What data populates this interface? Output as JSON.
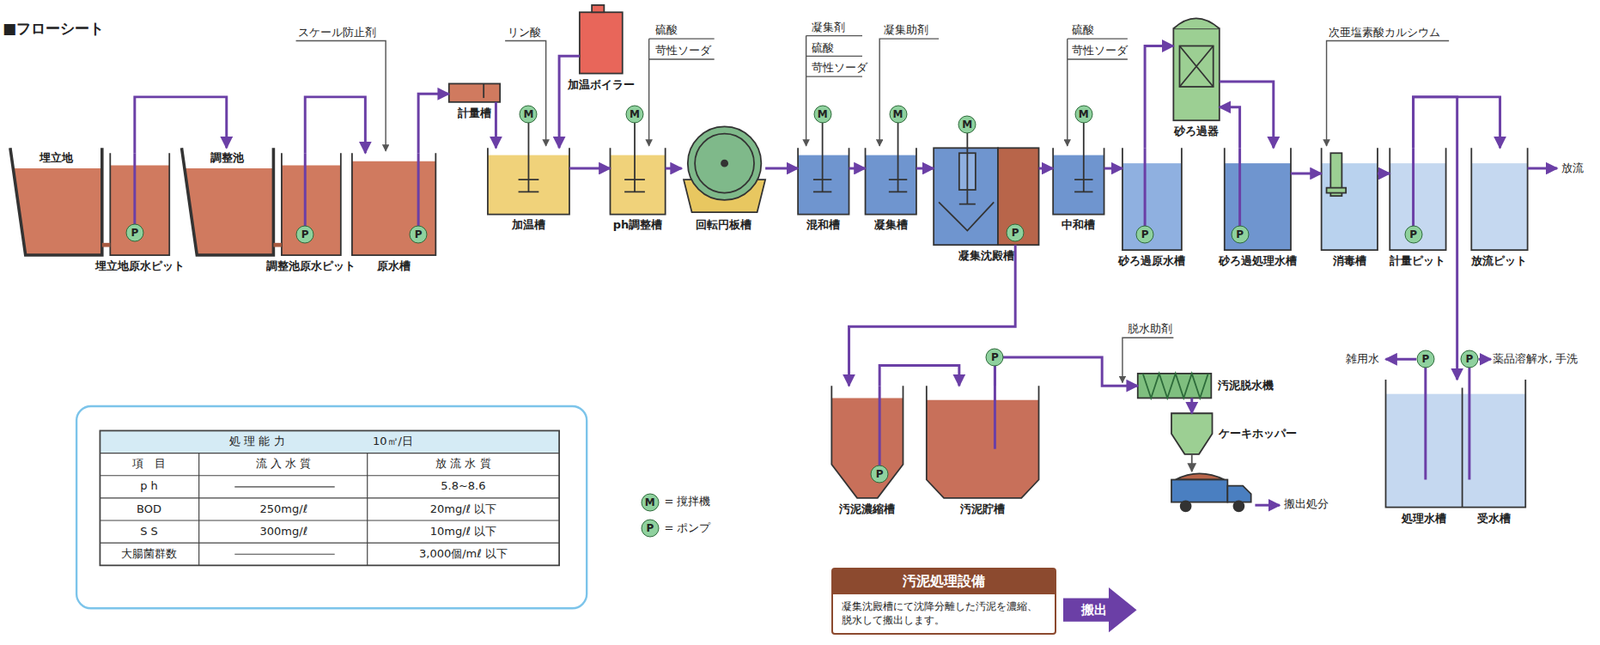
{
  "diagram": {
    "title": "■フローシート",
    "nodes": [
      {
        "text": [
          "埋立地"
        ]
      },
      {
        "text": [
          "埋立地原水ピット"
        ]
      },
      {
        "text": [
          "調整池"
        ]
      },
      {
        "text": [
          "調整池原水ピット"
        ]
      },
      {
        "text": [
          "原水槽"
        ]
      },
      {
        "text": [
          "計量槽"
        ]
      },
      {
        "text": [
          "加温ボイラー"
        ]
      },
      {
        "text": [
          "加温槽"
        ]
      },
      {
        "text": [
          "ph調整槽"
        ]
      },
      {
        "text": [
          "回転円板槽"
        ]
      },
      {
        "text": [
          "混和槽"
        ]
      },
      {
        "text": [
          "凝集槽"
        ]
      },
      {
        "text": [
          "凝集沈殿槽"
        ]
      },
      {
        "text": [
          "中和槽"
        ]
      },
      {
        "text": [
          "砂ろ過器"
        ]
      },
      {
        "text": [
          "砂ろ過原水槽"
        ]
      },
      {
        "text": [
          "砂ろ過処理水槽"
        ]
      },
      {
        "text": [
          "消毒槽"
        ]
      },
      {
        "text": [
          "計量ピット"
        ]
      },
      {
        "text": [
          "放流ピット"
        ]
      },
      {
        "text": [
          "汚泥濃縮槽"
        ]
      },
      {
        "text": [
          "汚泥貯槽"
        ]
      },
      {
        "text": [
          "汚泥脱水機"
        ]
      },
      {
        "text": [
          "ケーキホッパー"
        ]
      },
      {
        "text": [
          "処理水槽"
        ]
      },
      {
        "text": [
          "受水槽"
        ]
      },
      {
        "text": [
          "汚泥処理設備",
          "凝集沈殿槽にて沈降分離した汚泥を濃縮、脱水して搬出します。"
        ]
      },
      {
        "text": [
          "搬出"
        ]
      }
    ],
    "edges": [
      {
        "from": 0,
        "to": 1,
        "arrow": "none"
      },
      {
        "from": 1,
        "to": 2,
        "arrow": "to"
      },
      {
        "from": 2,
        "to": 3,
        "arrow": "none"
      },
      {
        "from": 3,
        "to": 4,
        "arrow": "to"
      },
      {
        "from": 4,
        "to": 5,
        "arrow": "to"
      },
      {
        "from": 5,
        "to": 7,
        "arrow": "to"
      },
      {
        "from": 6,
        "to": 7,
        "arrow": "to"
      },
      {
        "from": 7,
        "to": 8,
        "arrow": "to"
      },
      {
        "from": 8,
        "to": 9,
        "arrow": "to"
      },
      {
        "from": 9,
        "to": 10,
        "arrow": "to"
      },
      {
        "from": 10,
        "to": 11,
        "arrow": "to"
      },
      {
        "from": 11,
        "to": 12,
        "arrow": "to"
      },
      {
        "from": 12,
        "to": 13,
        "arrow": "to"
      },
      {
        "from": 13,
        "to": 15,
        "arrow": "to"
      },
      {
        "from": 15,
        "to": 14,
        "arrow": "to"
      },
      {
        "from": 14,
        "to": 16,
        "arrow": "to"
      },
      {
        "from": 16,
        "to": 14,
        "arrow": "to"
      },
      {
        "from": 16,
        "to": 17,
        "arrow": "to"
      },
      {
        "from": 17,
        "to": 18,
        "arrow": "to"
      },
      {
        "from": 18,
        "to": 19,
        "arrow": "to"
      },
      {
        "from": 18,
        "to": 24,
        "arrow": "to"
      },
      {
        "from": 12,
        "to": 20,
        "arrow": "to"
      },
      {
        "from": 20,
        "to": 21,
        "arrow": "to"
      },
      {
        "from": 21,
        "to": 22,
        "arrow": "to"
      },
      {
        "from": 22,
        "to": 23,
        "arrow": "to"
      }
    ],
    "labels": [
      "スケール防止剤",
      "リン酸",
      "硫酸",
      "苛性ソーダ",
      "凝集剤",
      "硫酸",
      "苛性ソーダ",
      "凝集助剤",
      "硫酸",
      "苛性ソーダ",
      "次亜塩素酸カルシウム",
      "放流",
      "脱水助剤",
      "搬出処分",
      "雑用水",
      "薬品溶解水, 手洗",
      "M",
      "M",
      "M",
      "M",
      "M",
      "M",
      "P",
      "P",
      "P",
      "P",
      "P",
      "P",
      "P",
      "P",
      "P",
      "P",
      "P",
      "M",
      "P",
      "処 理 能 力",
      "10㎡/日",
      "項　目",
      "流 入 水 質",
      "放 流 水 質",
      "p h",
      "5.8~8.6",
      "BOD",
      "250mg/ℓ",
      "20mg/ℓ 以下",
      "S S",
      "300mg/ℓ",
      "10mg/ℓ 以下",
      "大腸菌群数",
      "3,000個/mℓ 以下"
    ],
    "legend": [
      {
        "text": "= 撹拌機"
      },
      {
        "text": "= ポンプ"
      }
    ]
  }
}
